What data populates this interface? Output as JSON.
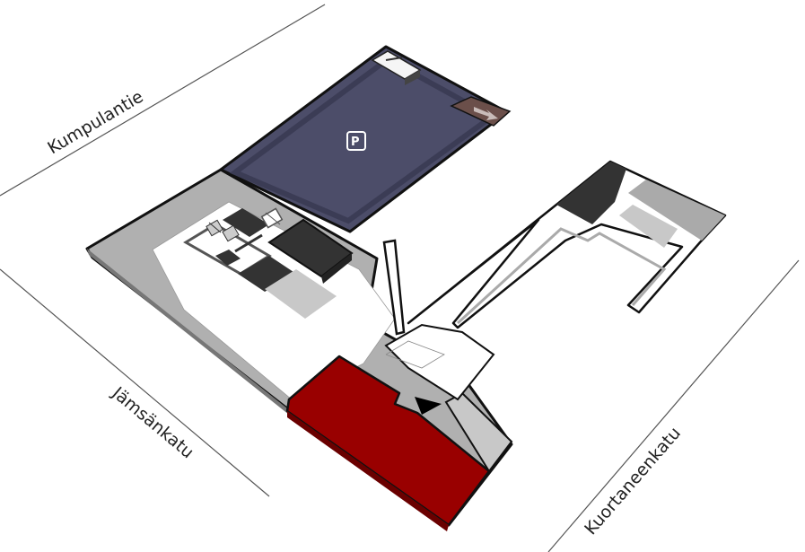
{
  "map": {
    "type": "isometric-floor-plan",
    "streets": [
      {
        "name": "Kumpulantie",
        "side": "north-west"
      },
      {
        "name": "Jämsänkatu",
        "side": "south-west"
      },
      {
        "name": "Kuortaneenkatu",
        "side": "south-east"
      }
    ],
    "areas": [
      {
        "id": "parking",
        "label": "P",
        "icon": "parking-icon",
        "color": "#4c4d69"
      },
      {
        "id": "parking-ramp",
        "icon": "arrow-right-icon",
        "color": "#6b4f4a"
      },
      {
        "id": "highlighted-wing",
        "color": "#990000"
      },
      {
        "id": "core-dark",
        "color": "#333333"
      },
      {
        "id": "outer-ring",
        "color": "#b0b0b0"
      },
      {
        "id": "light-room",
        "color": "#c8c8c8"
      }
    ],
    "markers": [
      {
        "id": "entrance",
        "icon": "entrance-triangle-icon",
        "color": "#000000"
      }
    ],
    "colors": {
      "background": "#ffffff",
      "outline": "#111111",
      "street_line": "#555555",
      "highlight": "#990000",
      "parking": "#4c4d69"
    }
  }
}
